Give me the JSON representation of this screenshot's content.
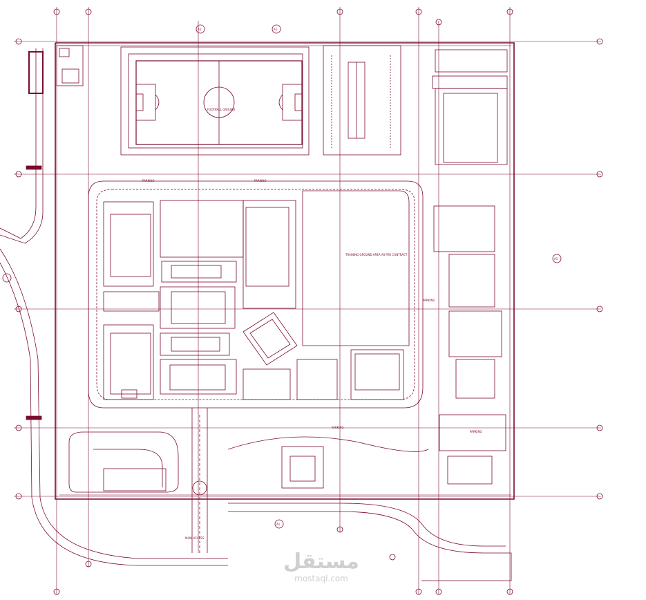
{
  "drawing": {
    "line_color": "#7a0a2a",
    "background": "#ffffff",
    "labels": {
      "football_ground": "FOOTBALL GROUND",
      "parking": "PARKING",
      "training_ground": "TRAINING GROUND AREA AS PER CONTRACT",
      "main_access": "MAIN ACCESS"
    },
    "section_marks": [
      "A1",
      "A1",
      "A1",
      "A1"
    ]
  },
  "watermark": {
    "brand_ar": "مستقل",
    "url": "mostaql.com",
    "color": "#cfcfcf"
  }
}
